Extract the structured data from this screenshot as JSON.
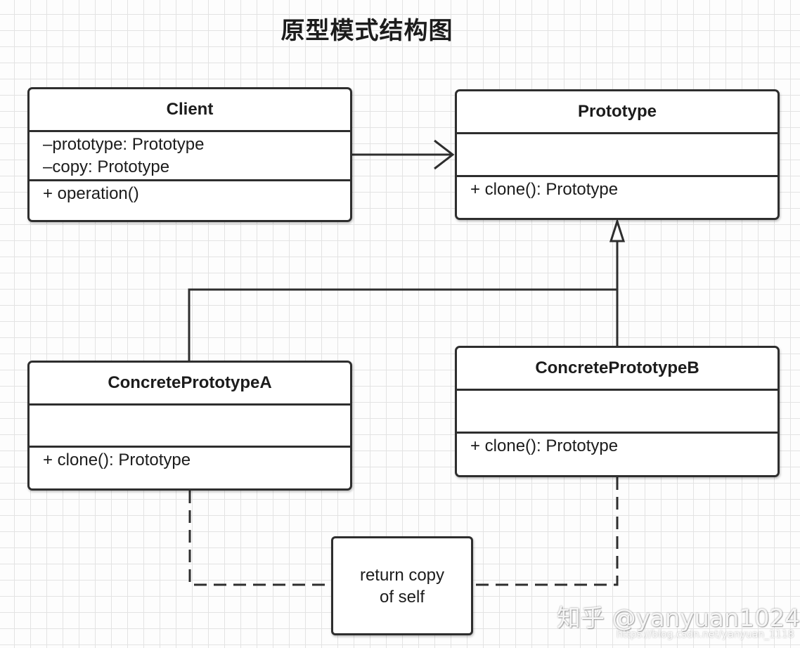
{
  "title": "原型模式结构图",
  "classes": {
    "client": {
      "name": "Client",
      "attributes": [
        "–prototype: Prototype",
        "–copy: Prototype"
      ],
      "methods": [
        "+ operation()"
      ]
    },
    "prototype": {
      "name": "Prototype",
      "attributes": [],
      "methods": [
        "+ clone(): Prototype"
      ]
    },
    "concrete_a": {
      "name": "ConcretePrototypeA",
      "attributes": [],
      "methods": [
        "+ clone(): Prototype"
      ]
    },
    "concrete_b": {
      "name": "ConcretePrototypeB",
      "attributes": [],
      "methods": [
        "+ clone(): Prototype"
      ]
    }
  },
  "note": {
    "lines": [
      "return copy",
      "of self"
    ]
  },
  "relationships": [
    {
      "from": "Client",
      "to": "Prototype",
      "type": "association"
    },
    {
      "from": "ConcretePrototypeA",
      "to": "Prototype",
      "type": "generalization"
    },
    {
      "from": "ConcretePrototypeB",
      "to": "Prototype",
      "type": "generalization"
    },
    {
      "from": "ConcretePrototypeA",
      "to": "note",
      "type": "dashed"
    },
    {
      "from": "ConcretePrototypeB",
      "to": "note",
      "type": "dashed"
    }
  ],
  "watermark": {
    "main": "知乎 @yanyuan1024",
    "url": "https://blog.csdn.net/yanyuan_1118"
  },
  "colors": {
    "stroke": "#2e2e2e",
    "grid": "#e3e3e3",
    "background": "#fdfdfd"
  }
}
